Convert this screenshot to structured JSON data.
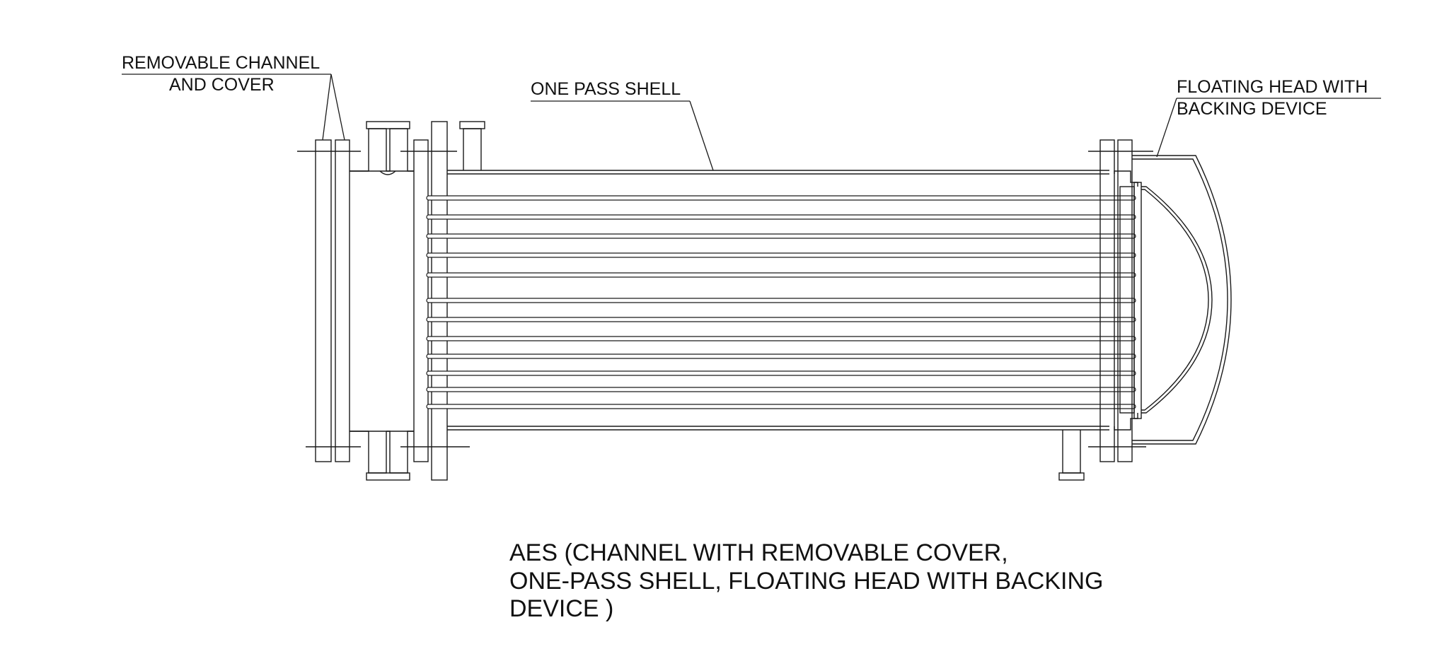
{
  "labels": {
    "channel_line1": "REMOVABLE CHANNEL",
    "channel_line2": "AND COVER",
    "shell": "ONE PASS SHELL",
    "head_line1": "FLOATING HEAD WITH",
    "head_line2": "BACKING DEVICE"
  },
  "caption": {
    "line1": "AES (CHANNEL WITH REMOVABLE COVER,",
    "line2": "ONE-PASS SHELL, FLOATING HEAD WITH BACKING",
    "line3": "DEVICE )"
  },
  "colors": {
    "ink": "#1a1a1a",
    "background": "#ffffff"
  }
}
